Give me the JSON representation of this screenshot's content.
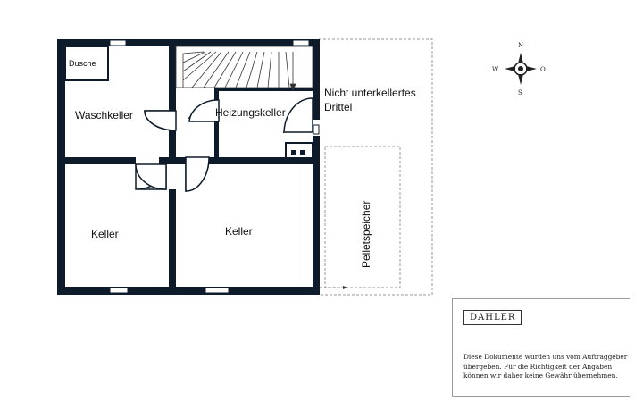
{
  "rooms": {
    "dusche": "Dusche",
    "waschkeller": "Waschkeller",
    "heizungskeller": "Heizungskeller",
    "keller_left": "Keller",
    "keller_right": "Keller",
    "nicht_unterkellert_line1": "Nicht unterkellertes",
    "nicht_unterkellert_line2": "Drittel",
    "pelletspeicher": "Pelletspeicher"
  },
  "compass": {
    "north": "N",
    "south": "S",
    "east": "O",
    "west": "W"
  },
  "info": {
    "logo": "DAHLER",
    "disclaimer_line1": "Diese Dokumente wurden uns vom Auftraggeber",
    "disclaimer_line2": "übergeben. Für die Richtigkeit der Angaben",
    "disclaimer_line3": "können wir daher keine Gewähr übernehmen."
  },
  "colors": {
    "wall": "#0d1b2a",
    "dashed": "#9a9a9a"
  }
}
